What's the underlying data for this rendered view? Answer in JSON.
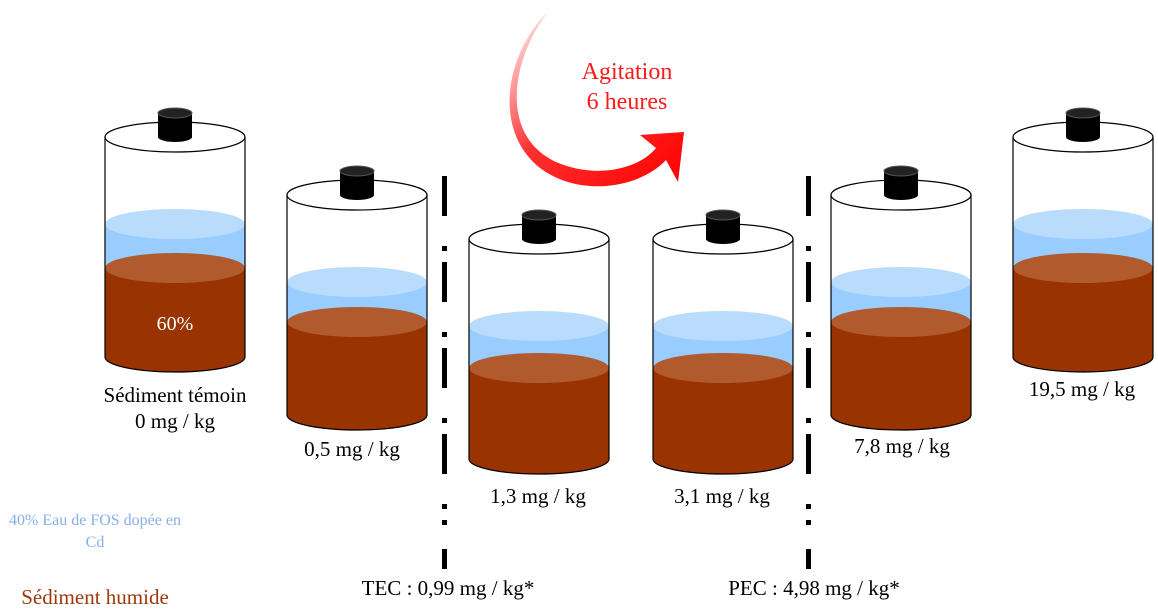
{
  "jars": [
    {
      "name": "jar-control",
      "inner_label": "60%",
      "caption": [
        "Sédiment témoin",
        "0 mg / kg"
      ]
    },
    {
      "name": "jar-0-5",
      "inner_label": "",
      "caption": [
        "0,5 mg / kg"
      ]
    },
    {
      "name": "jar-1-3",
      "inner_label": "",
      "caption": [
        "1,3 mg / kg"
      ]
    },
    {
      "name": "jar-3-1",
      "inner_label": "",
      "caption": [
        "3,1 mg / kg"
      ]
    },
    {
      "name": "jar-7-8",
      "inner_label": "",
      "caption": [
        "7,8 mg / kg"
      ]
    },
    {
      "name": "jar-19-5",
      "inner_label": "",
      "caption": [
        "19,5 mg / kg"
      ]
    }
  ],
  "agitation": {
    "line1": "Agitation",
    "line2": "6 heures"
  },
  "thresholds": {
    "tec": "TEC : 0,99 mg / kg*",
    "pec": "PEC : 4,98 mg / kg*"
  },
  "legend": {
    "water": "40% Eau de FOS dopée en Cd",
    "sediment": "Sédiment humide"
  },
  "colors": {
    "water": "#99ccff",
    "water_top": "#b9dcfc",
    "sediment": "#993300",
    "sediment_top": "#b05a2e",
    "cap": "#000000",
    "arrow": "#ff0000",
    "legend_water": "#86b0ea",
    "legend_sediment": "#9a3a0c"
  }
}
